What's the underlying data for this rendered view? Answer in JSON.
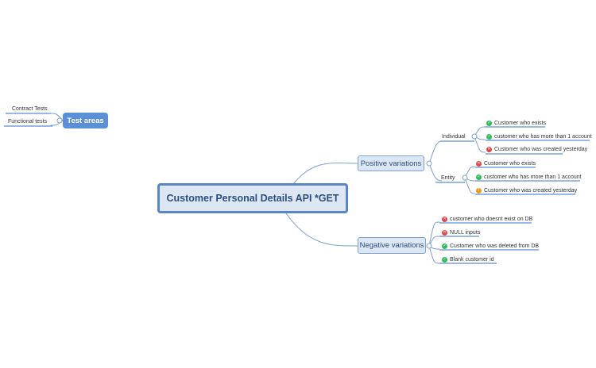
{
  "root": {
    "label": "Customer Personal Details API *GET"
  },
  "test_areas": {
    "label": "Test areas",
    "items": [
      "Contract Tests",
      "Functional tests"
    ]
  },
  "positive": {
    "label": "Positive variations",
    "individual": {
      "label": "Individual",
      "items": [
        {
          "text": "Customer who exists",
          "status": "check-icon"
        },
        {
          "text": "customer who has more than 1 account",
          "status": "check-icon"
        },
        {
          "text": "Customer who was created yesterday",
          "status": "cross-icon"
        }
      ]
    },
    "entity": {
      "label": "Entity",
      "items": [
        {
          "text": "Customer who exists",
          "status": "cross-icon"
        },
        {
          "text": "customer who has more than 1 account",
          "status": "check-icon"
        },
        {
          "text": "Customer who was created yesterday",
          "status": "warning-icon"
        }
      ]
    }
  },
  "negative": {
    "label": "Negative variations",
    "items": [
      {
        "text": "customer who doesnt exist on DB",
        "status": "cross-icon"
      },
      {
        "text": "NULL inputs",
        "status": "cross-icon"
      },
      {
        "text": "Customer who was deleted from DB",
        "status": "check-icon"
      },
      {
        "text": "Blank customer id",
        "status": "check-icon"
      }
    ]
  },
  "colors": {
    "connector": "#7da0d2",
    "accent": "#5a86c6",
    "check": "#2ebd5a",
    "cross": "#e04848",
    "warning": "#f39a1d"
  }
}
